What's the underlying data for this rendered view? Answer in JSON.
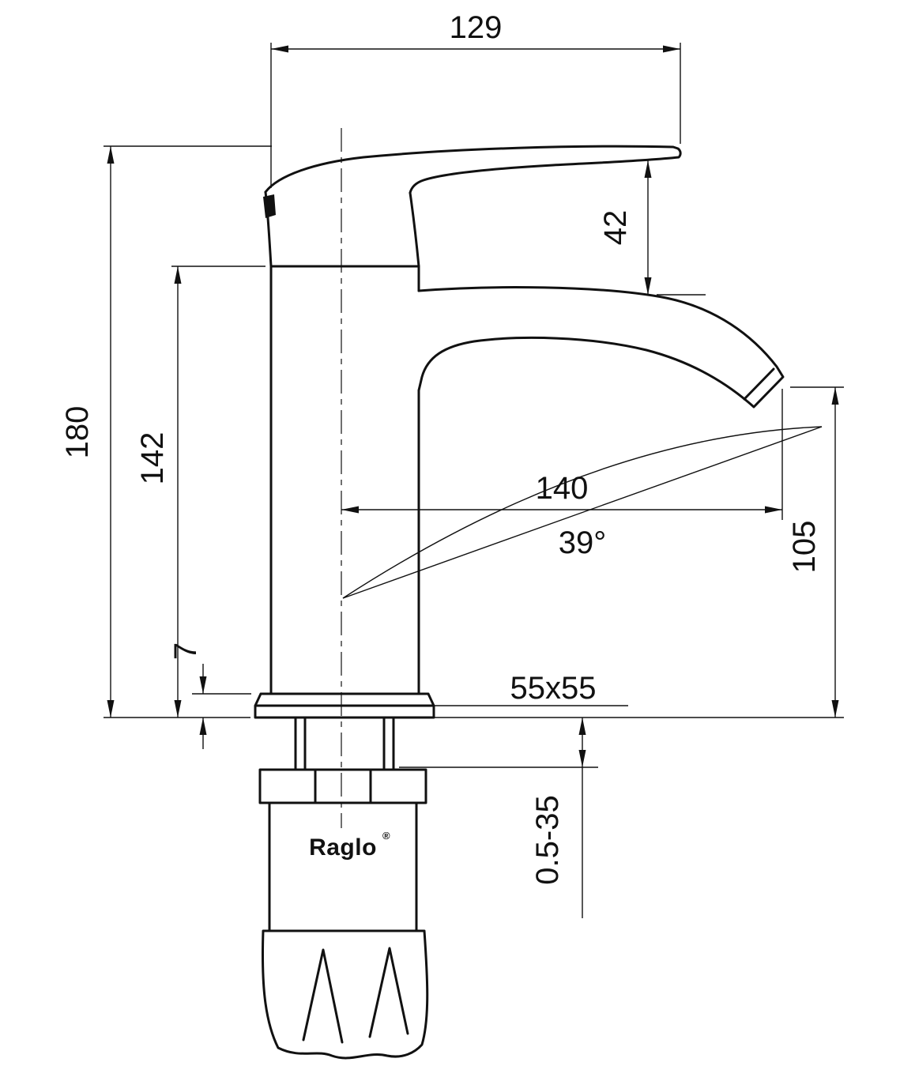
{
  "brand": {
    "name": "Raglo",
    "mark": "®"
  },
  "dimensions": {
    "overall_width": "129",
    "handle_clearance": "42",
    "overall_height": "180",
    "body_height": "142",
    "spout_reach": "140",
    "spout_angle": "39°",
    "spout_outlet_height": "105",
    "base_plate_thickness": "7",
    "base_plate_size": "55x55",
    "mounting_surface_range": "0.5-35"
  }
}
